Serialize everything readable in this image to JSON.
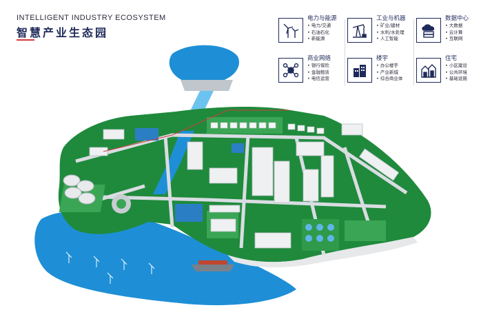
{
  "header": {
    "title_en": "INTELLIGENT INDUSTRY ECOSYSTEM",
    "title_cn": "智慧产业生态园",
    "accent_color": "#d23c3c"
  },
  "legend": [
    {
      "title": "电力与能源",
      "icon": "wind-turbine-icon",
      "items": [
        "电力/交通",
        "石油石化",
        "新能源"
      ]
    },
    {
      "title": "工业与机器",
      "icon": "oil-pump-icon",
      "items": [
        "矿业/建材",
        "水利/水处理",
        "人工智能"
      ]
    },
    {
      "title": "数据中心",
      "icon": "cloud-server-icon",
      "items": [
        "大数据",
        "云计算",
        "互联网"
      ]
    },
    {
      "title": "商业网络",
      "icon": "network-nodes-icon",
      "items": [
        "银行保险",
        "金融租赁",
        "电信运营"
      ]
    },
    {
      "title": "楼宇",
      "icon": "building-icon",
      "items": [
        "办公楼宇",
        "产业新城",
        "综合商业体"
      ]
    },
    {
      "title": "住宅",
      "icon": "residential-houses-icon",
      "items": [
        "小区建设",
        "公共环境",
        "基础设施"
      ]
    }
  ],
  "colors": {
    "land": "#1f8a3c",
    "land_light": "#3aa655",
    "water": "#1e8fd6",
    "road": "#d9dde2",
    "building": "#eef0f2",
    "brand_navy": "#1e2a5a"
  }
}
